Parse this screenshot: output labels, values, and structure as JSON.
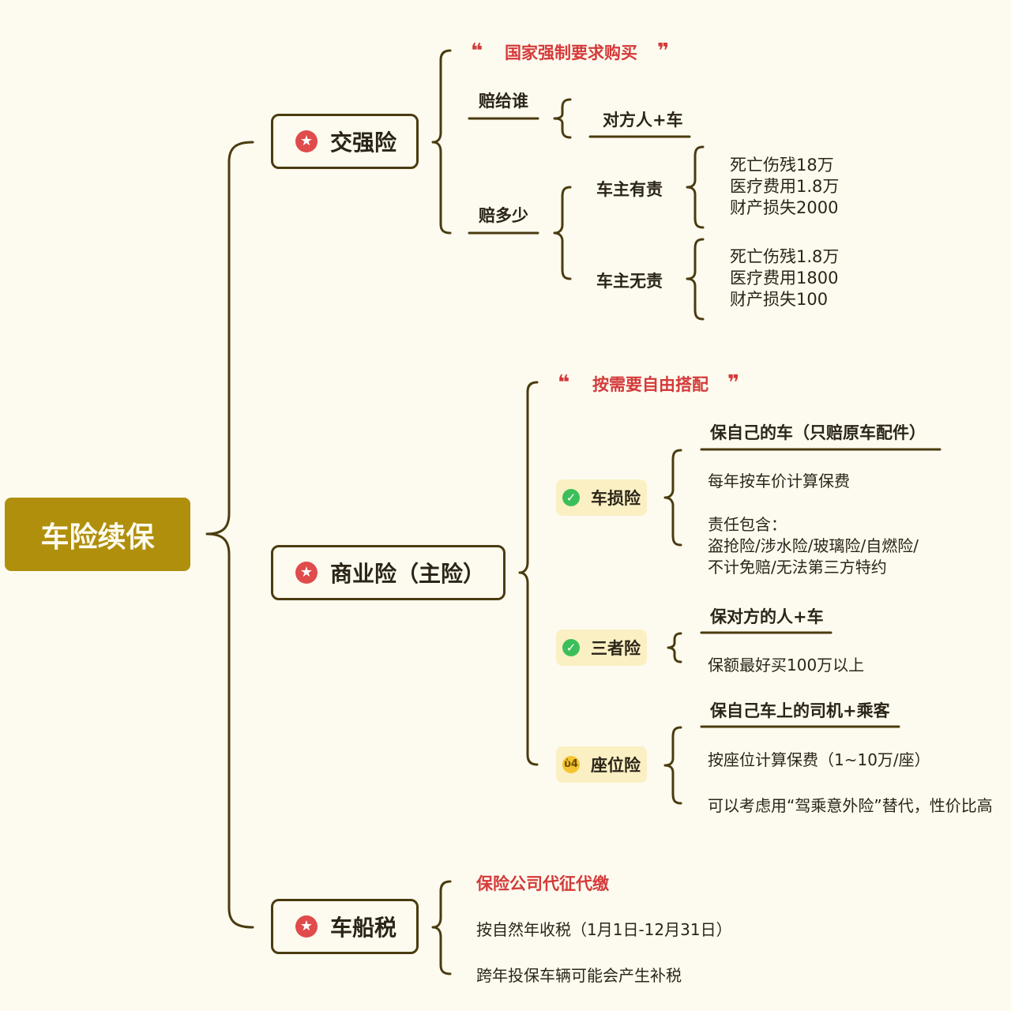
{
  "root": {
    "label": "车险续保"
  },
  "quote_marks": {
    "open": "❝",
    "close": "❞"
  },
  "icons": {
    "star": "★",
    "check": "✓",
    "thinking": "ὑ4"
  },
  "colors": {
    "root_bg": "#b08f0d",
    "line": "#4a3b10",
    "accent_red": "#d43a3a",
    "pill_bg": "#fbf0c4",
    "bg": "#fdfbef"
  },
  "jiaoqiang": {
    "label": "交强险",
    "quote": "国家强制要求购买",
    "who": {
      "label": "赔给谁",
      "value": "对方人+车"
    },
    "amount": {
      "label": "赔多少",
      "liable": {
        "label": "车主有责",
        "lines": [
          "死亡伤残18万",
          "医疗费用1.8万",
          "财产损失2000"
        ]
      },
      "not_liable": {
        "label": "车主无责",
        "lines": [
          "死亡伤残1.8万",
          "医疗费用1800",
          "财产损失100"
        ]
      }
    }
  },
  "commercial": {
    "label": "商业险（主险）",
    "quote": "按需要自由搭配",
    "car_damage": {
      "label": "车损险",
      "heading": "保自己的车（只赔原车配件）",
      "line1": "每年按车价计算保费",
      "line2": "责任包含：",
      "line3": "盗抢险/涉水险/玻璃险/自燃险/",
      "line4": "不计免赔/无法第三方特约"
    },
    "third_party": {
      "label": "三者险",
      "heading": "保对方的人+车",
      "line1": "保额最好买100万以上"
    },
    "seat": {
      "label": "座位险",
      "heading": "保自己车上的司机+乘客",
      "line1": "按座位计算保费（1~10万/座）",
      "line2": "可以考虑用“驾乘意外险”替代，性价比高"
    }
  },
  "vessel_tax": {
    "label": "车船税",
    "line1": "保险公司代征代缴",
    "line2": "按自然年收税（1月1日-12月31日）",
    "line3": "跨年投保车辆可能会产生补税"
  }
}
